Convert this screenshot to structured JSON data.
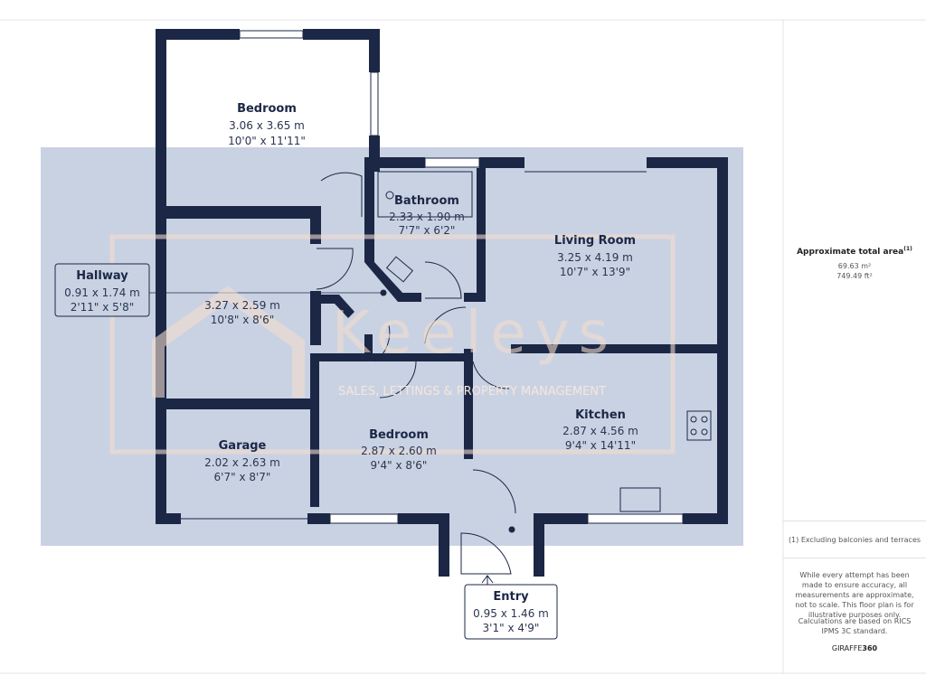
{
  "rooms": {
    "bedroom1": {
      "name": "Bedroom",
      "metric": "3.06 x 3.65 m",
      "imperial": "10'0\" x 11'11\""
    },
    "bathroom": {
      "name": "Bathroom",
      "metric": "2.33 x 1.90 m",
      "imperial": "7'7\" x 6'2\""
    },
    "living": {
      "name": "Living Room",
      "metric": "3.25 x 4.19 m",
      "imperial": "10'7\" x 13'9\""
    },
    "hallway": {
      "name": "Hallway",
      "metric": "0.91 x 1.74 m",
      "imperial": "2'11\" x 5'8\""
    },
    "hall_area": {
      "metric": "3.27 x 2.59 m",
      "imperial": "10'8\" x 8'6\""
    },
    "garage": {
      "name": "Garage",
      "metric": "2.02 x 2.63 m",
      "imperial": "6'7\" x 8'7\""
    },
    "bedroom2": {
      "name": "Bedroom",
      "metric": "2.87 x 2.60 m",
      "imperial": "9'4\" x 8'6\""
    },
    "kitchen": {
      "name": "Kitchen",
      "metric": "2.87 x 4.56 m",
      "imperial": "9'4\" x 14'11\""
    },
    "entry": {
      "name": "Entry",
      "metric": "0.95 x 1.46 m",
      "imperial": "3'1\" x 4'9\""
    }
  },
  "watermark": {
    "brand": "Keeleys",
    "tagline": "SALES, LETTINGS & PROPERTY MANAGEMENT"
  },
  "panel": {
    "total_label": "Approximate total area",
    "total_sup": "(1)",
    "area_m2": "69.63 m²",
    "area_ft2": "749.49 ft²",
    "footnote": "(1) Excluding balconies and terraces",
    "disclaimer": "While every attempt has been made to ensure accuracy, all measurements are approximate, not to scale. This floor plan is for illustrative purposes only.",
    "calc_note": "Calculations are based on RICS IPMS 3C standard.",
    "brand_a": "GIRAFFE",
    "brand_b": "360"
  },
  "colors": {
    "wall": "#1b2745",
    "overlay": "#c9d2e3"
  }
}
